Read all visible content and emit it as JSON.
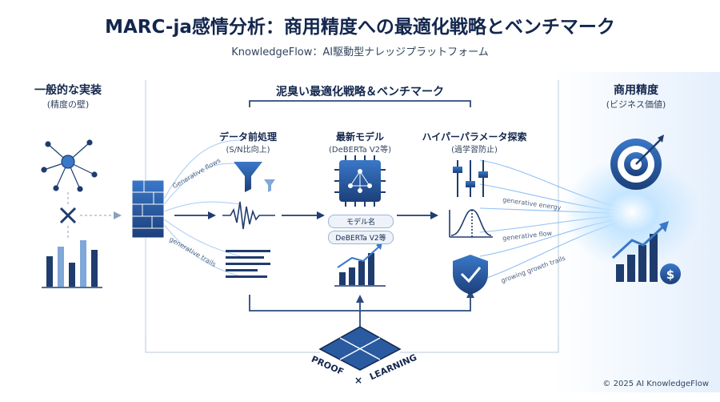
{
  "header": {
    "title": "MARC-ja感情分析：商用精度への最適化戦略とベンチマーク",
    "subtitle": "KnowledgeFlow：AI駆動型ナレッジプラットフォーム"
  },
  "left": {
    "title": "一般的な実装",
    "subtitle": "(精度の壁)"
  },
  "center": {
    "title": "泥臭い最適化戦略＆ベンチマーク",
    "steps": [
      {
        "title": "データ前処理",
        "subtitle": "(S/N比向上)"
      },
      {
        "title": "最新モデル",
        "subtitle": "(DeBERTa V2等)"
      },
      {
        "title": "ハイパーパラメータ探索",
        "subtitle": "(過学習防止)"
      }
    ],
    "model_pill_1": "モデル名",
    "model_pill_2": "DeBERTa V2等"
  },
  "right": {
    "title": "商用精度",
    "subtitle": "(ビジネス価値)"
  },
  "flow_labels": {
    "left_top": "Generative flows",
    "left_bottom": "generative trails",
    "right_1": "generative energy",
    "right_2": "generative flow",
    "right_3": "growing growth trails"
  },
  "badge": {
    "left": "PROOF",
    "mid": "×",
    "right": "LEARNING"
  },
  "footer": {
    "copyright": "© 2025 AI KnowledgeFlow"
  }
}
